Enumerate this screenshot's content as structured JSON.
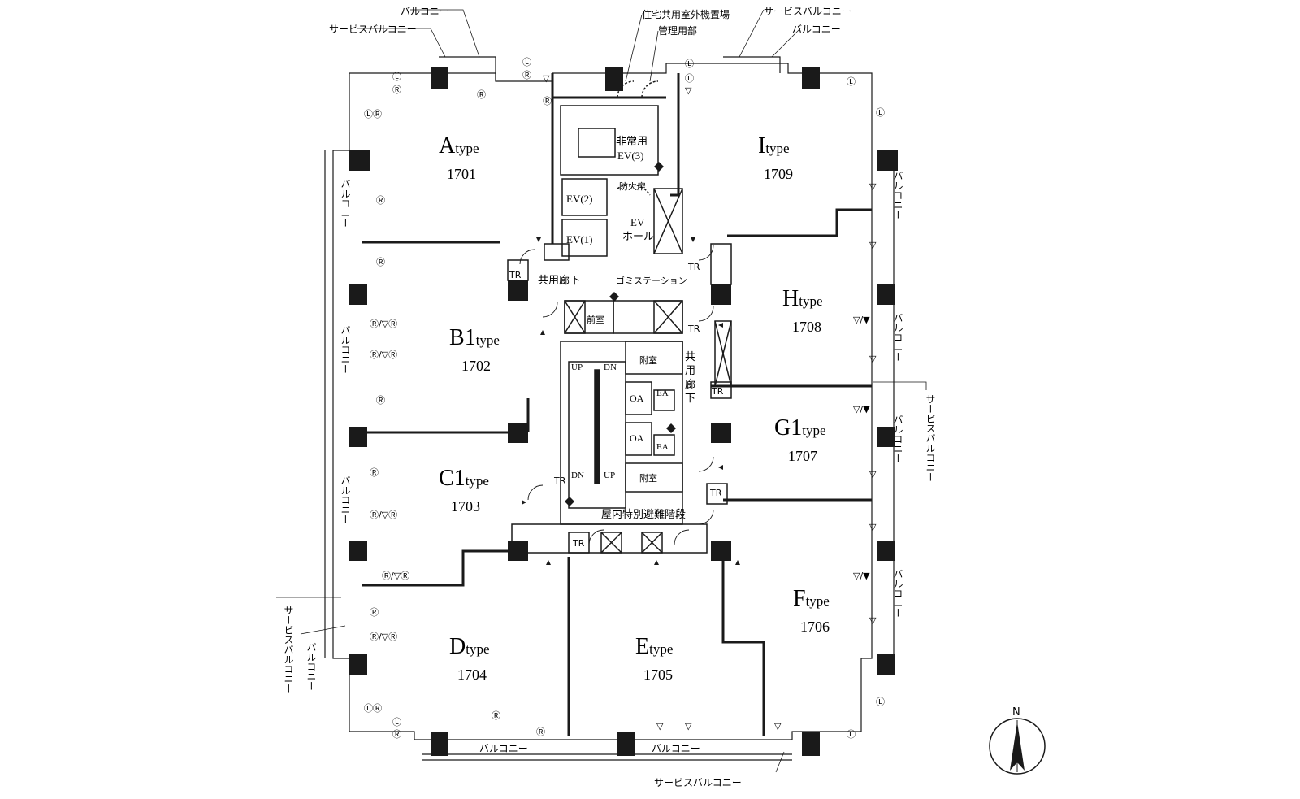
{
  "units": [
    {
      "letter": "A",
      "num": "",
      "suffix": "type",
      "room": "1701"
    },
    {
      "letter": "B",
      "num": "1",
      "suffix": "type",
      "room": "1702"
    },
    {
      "letter": "C",
      "num": "1",
      "suffix": "type",
      "room": "1703"
    },
    {
      "letter": "D",
      "num": "",
      "suffix": "type",
      "room": "1704"
    },
    {
      "letter": "E",
      "num": "",
      "suffix": "type",
      "room": "1705"
    },
    {
      "letter": "F",
      "num": "",
      "suffix": "type",
      "room": "1706"
    },
    {
      "letter": "G",
      "num": "1",
      "suffix": "type",
      "room": "1707"
    },
    {
      "letter": "H",
      "num": "",
      "suffix": "type",
      "room": "1708"
    },
    {
      "letter": "I",
      "num": "",
      "suffix": "type",
      "room": "1709"
    }
  ],
  "labels": {
    "balcony": "バルコニー",
    "service_balcony": "サービスバルコニー",
    "outdoor_unit_space": "住宅共用室外機置場",
    "management_space": "管理用部",
    "emergency_ev": "非常用",
    "ev3": "EV(3)",
    "ev2": "EV(2)",
    "ev1": "EV(1)",
    "fire_door": "防火扉",
    "ev_hall_1": "EV",
    "ev_hall_2": "ホール",
    "corridor_h": "共用廊下",
    "corridor_v": [
      "共",
      "用",
      "廊",
      "下"
    ],
    "garbage": "ゴミステーション",
    "front_room": "前室",
    "annex_room": "附室",
    "oa": "OA",
    "ea": "EA",
    "up": "UP",
    "dn": "DN",
    "stairs": "屋内特別避難階段",
    "tr": "TR",
    "north": "N"
  },
  "equipment_symbols": {
    "l": "Ⓛ",
    "r": "Ⓡ",
    "lr": "ⓁⓇ",
    "rr": "Ⓡ/▽Ⓡ",
    "tri": "▽",
    "tri_pair": "▽/▼"
  },
  "colors": {
    "line": "#1a1a1a",
    "bg": "#ffffff"
  }
}
